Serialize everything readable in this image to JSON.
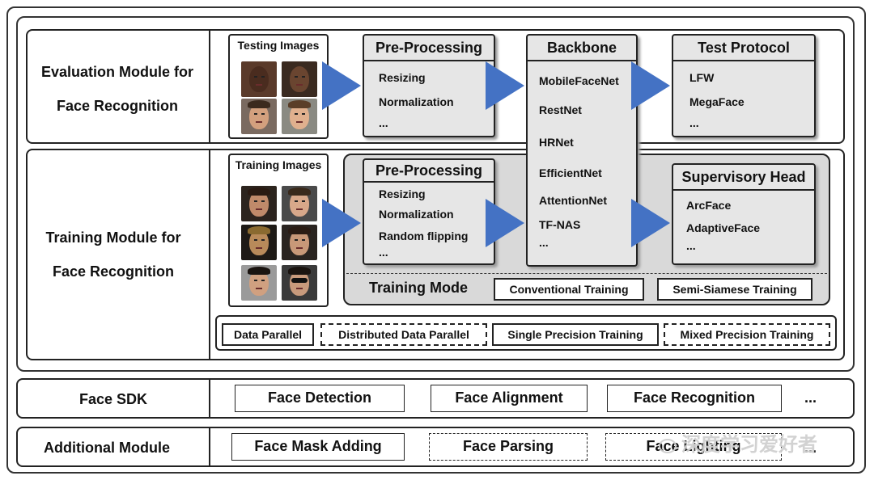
{
  "evaluation": {
    "title_line1": "Evaluation Module for",
    "title_line2": "Face Recognition",
    "images_caption": "Testing Images",
    "preprocessing": {
      "title": "Pre-Processing",
      "items": [
        "Resizing",
        "Normalization",
        "..."
      ]
    },
    "protocol": {
      "title": "Test Protocol",
      "items": [
        "LFW",
        "MegaFace",
        "..."
      ]
    }
  },
  "backbone": {
    "title": "Backbone",
    "items": [
      "MobileFaceNet",
      "RestNet",
      "HRNet",
      "EfficientNet",
      "AttentionNet",
      "TF-NAS",
      "..."
    ]
  },
  "training": {
    "title_line1": "Training Module for",
    "title_line2": "Face Recognition",
    "images_caption": "Training Images",
    "preprocessing": {
      "title": "Pre-Processing",
      "items": [
        "Resizing",
        "Normalization",
        "Random flipping",
        "..."
      ]
    },
    "head": {
      "title": "Supervisory Head",
      "items": [
        "ArcFace",
        "AdaptiveFace",
        "..."
      ]
    },
    "mode_label": "Training Mode",
    "modes": [
      "Conventional Training",
      "Semi-Siamese Training"
    ],
    "parallel": [
      "Data Parallel",
      "Distributed Data Parallel",
      "Single Precision Training",
      "Mixed Precision Training"
    ]
  },
  "sdk": {
    "title": "Face SDK",
    "items": [
      "Face Detection",
      "Face Alignment",
      "Face Recognition"
    ],
    "more": "..."
  },
  "additional": {
    "title": "Additional Module",
    "items": [
      "Face Mask Adding",
      "Face Parsing",
      "Face Lighting"
    ],
    "more": "..."
  },
  "watermark": "深度学习爱好者",
  "colors": {
    "arrow": "#4472c4",
    "box_fill": "#e6e6e6",
    "panel_fill": "#d9d9d9"
  }
}
